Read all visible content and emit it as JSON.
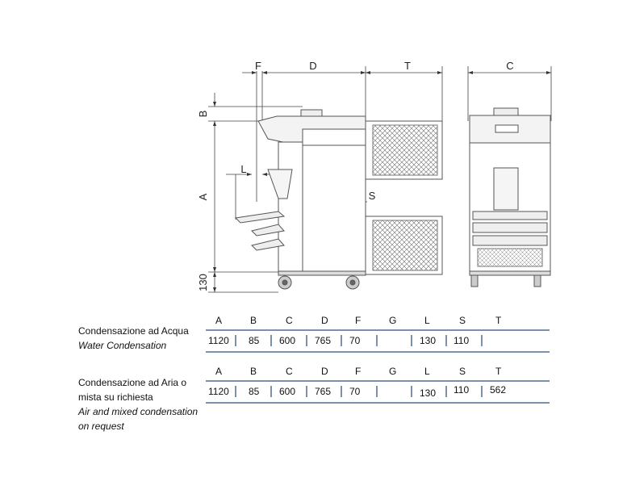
{
  "dimension_labels": {
    "F": "F",
    "D": "D",
    "T": "T",
    "C": "C",
    "B": "B",
    "A": "A",
    "L": "L",
    "S": "S",
    "H": "130"
  },
  "columns": [
    "A",
    "B",
    "C",
    "D",
    "F",
    "G",
    "L",
    "S",
    "T"
  ],
  "rows": [
    {
      "label_it": "Condensazione ad Acqua",
      "label_en": "Water Condensation",
      "values": [
        "1120",
        "85",
        "600",
        "765",
        "70",
        "",
        "130",
        "110",
        ""
      ]
    },
    {
      "label_it_1": "Condensazione ad Aria o",
      "label_it_2": "mista su richiesta",
      "label_en_1": "Air and mixed condensation",
      "label_en_2": "on request",
      "values": [
        "1120",
        "85",
        "600",
        "765",
        "70",
        "",
        "130",
        "110",
        "562"
      ]
    }
  ],
  "colors": {
    "rule": "#7d90ad",
    "line": "#555555"
  }
}
